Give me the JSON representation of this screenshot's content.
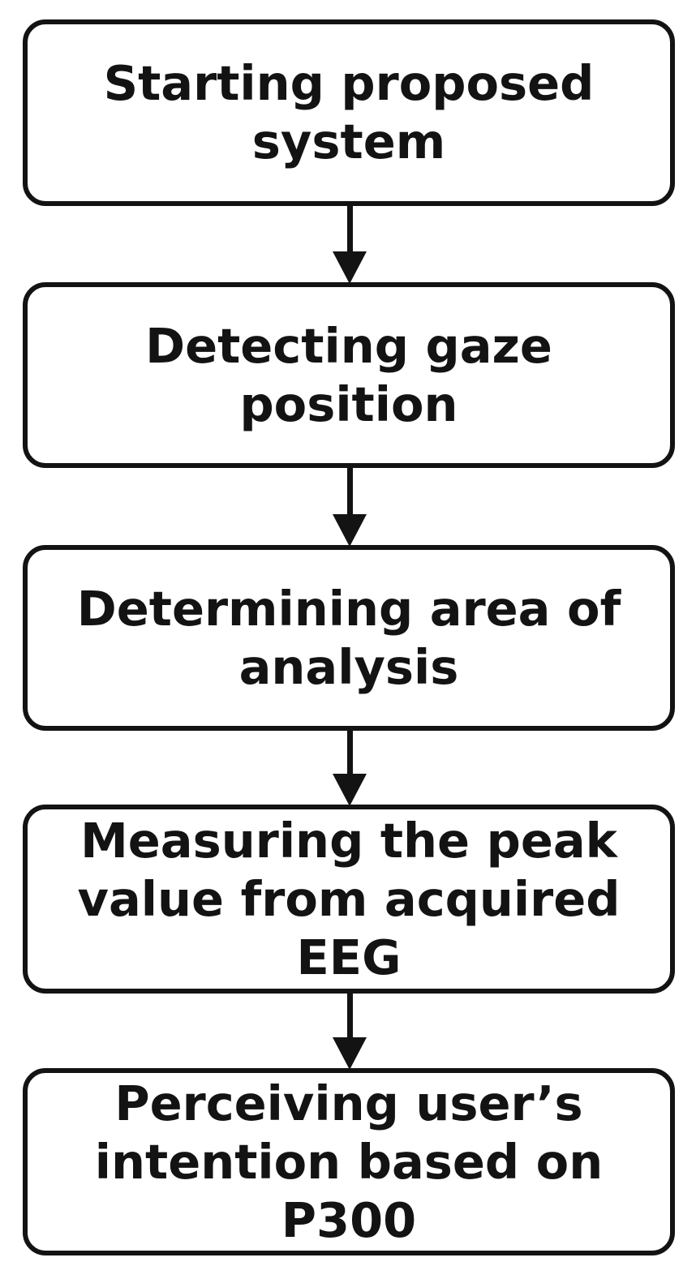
{
  "flowchart": {
    "background_color": "#ffffff",
    "node_fill_color": "#ffffff",
    "node_border_color": "#131313",
    "text_color": "#131313",
    "arrow_color": "#131313",
    "nodes": [
      {
        "id": "starting-system",
        "label": "Starting proposed\nsystem"
      },
      {
        "id": "detecting-gaze",
        "label": "Detecting gaze\nposition"
      },
      {
        "id": "determining-area",
        "label": "Determining area of\nanalysis"
      },
      {
        "id": "measuring-peak",
        "label": "Measuring the peak\nvalue from acquired\nEEG"
      },
      {
        "id": "perceiving-intention",
        "label": "Perceiving user’s\nintention based on\nP300"
      }
    ],
    "edges": [
      {
        "from": "starting-system",
        "to": "detecting-gaze"
      },
      {
        "from": "detecting-gaze",
        "to": "determining-area"
      },
      {
        "from": "determining-area",
        "to": "measuring-peak"
      },
      {
        "from": "measuring-peak",
        "to": "perceiving-intention"
      }
    ]
  }
}
